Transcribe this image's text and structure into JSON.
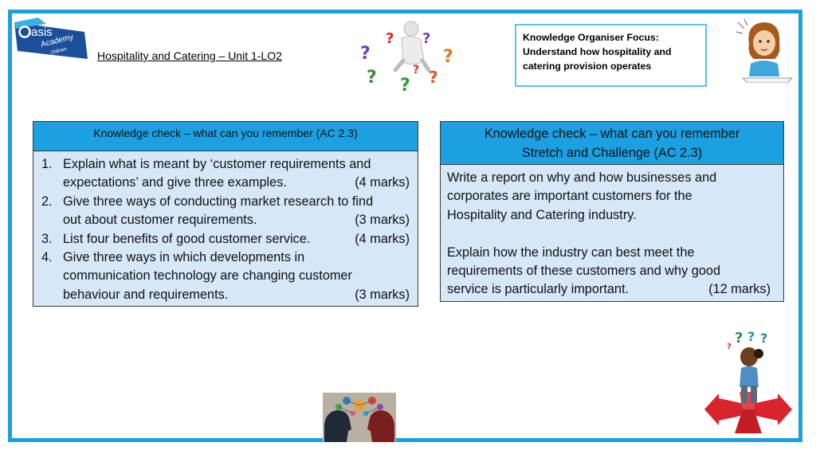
{
  "header": {
    "unit_title": "Hospitality and Catering – Unit 1-LO2 ",
    "logo": {
      "word": "asis",
      "line1": "Academy",
      "line2": "Oldham",
      "color": "#1b4f9c"
    }
  },
  "focus_box": {
    "line1": "Knowledge Organiser Focus:",
    "line2": "Understand how hospitality  and",
    "line3": "catering provision operates"
  },
  "knowledge_check": {
    "title": "Knowledge check – what can you remember  (AC 2.3)",
    "questions": [
      {
        "num": "1.",
        "line1": "Explain what is meant by ‘customer requirements and",
        "line2": "expectations’ and give three examples.",
        "marks": "(4 marks)"
      },
      {
        "num": "2.",
        "line1": "Give three ways of conducting market research to find",
        "line2": "out about customer requirements.",
        "marks": "(3 marks)"
      },
      {
        "num": "3.",
        "line1": "List four benefits of good customer service.",
        "marks": "(4 marks)"
      },
      {
        "num": "4.",
        "line1": "Give three ways in which developments in",
        "line2": "communication technology are changing customer",
        "line3": "behaviour and requirements.",
        "marks": "(3 marks)"
      }
    ]
  },
  "stretch": {
    "title_line1": "Knowledge check – what can you remember",
    "title_line2": "Stretch and Challenge  (AC 2.3)",
    "para1": [
      "Write a report on why and how businesses and",
      "corporates are important customers for the",
      "Hospitality and Catering industry."
    ],
    "para2": [
      "Explain how the industry can best meet the",
      "requirements of these customers and why good",
      "service is particularly important."
    ],
    "marks": "(12 marks)"
  },
  "images": {
    "question_cluster": "question-marks-figure-icon",
    "thinking_girl": "thinking-girl-icon",
    "thinking_heads": "thinking-heads-icon",
    "girl_crossroads": "girl-crossroads-icon"
  },
  "colors": {
    "border": "#1ba1e2",
    "header_fill": "#1ba1e2",
    "panel_fill": "#d6e7f8",
    "focus_border": "#5cc2ef",
    "arrow_red": "#d9232d"
  }
}
